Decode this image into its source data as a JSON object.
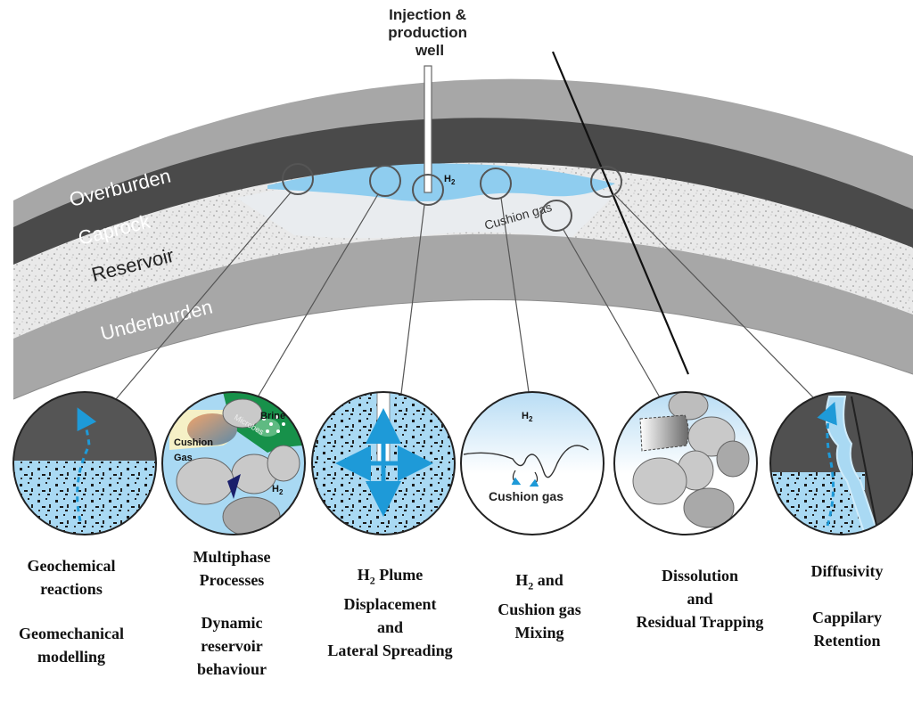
{
  "well_label": [
    "Injection &",
    "production",
    "well"
  ],
  "layers": {
    "overburden": "Overburden",
    "caprock": "Caprock",
    "reservoir": "Reservoir",
    "underburden": "Underburden"
  },
  "reservoir_labels": {
    "h2": "H",
    "h2_sub": "2",
    "cushion_gas": "Cushion gas"
  },
  "inset_labels": {
    "brine": "Brine",
    "microbes": "Microbes",
    "cushion_gas_line1": "Cushion",
    "cushion_gas_line2": "Gas",
    "h2": "H",
    "h2_sub": "2",
    "mixing_h2": "H",
    "mixing_h2_sub": "2",
    "mixing_cushion_gas": "Cushion gas"
  },
  "captions": {
    "c1": {
      "line1": "Geochemical",
      "line2": "reactions",
      "line3": "Geomechanical",
      "line4": "modelling"
    },
    "c2": {
      "line1": "Multiphase",
      "line2": "Processes",
      "line3": "Dynamic",
      "line4": "reservoir",
      "line5": "behaviour"
    },
    "c3": {
      "line1_prefix": "H",
      "line1_sub": "2",
      "line1_suffix": " Plume",
      "line2": "Displacement",
      "line3": "and",
      "line4": "Lateral Spreading"
    },
    "c4": {
      "line1_prefix": "H",
      "line1_sub": "2",
      "line1_suffix": " and",
      "line2": "Cushion gas",
      "line3": "Mixing"
    },
    "c5": {
      "line1": "Dissolution",
      "line2": "and",
      "line3": "Residual Trapping"
    },
    "c6": {
      "line1": "Diffusivity",
      "line2": "Cappilary",
      "line3": "Retention"
    }
  },
  "colors": {
    "overburden": "#a7a7a7",
    "caprock": "#4a4a4a",
    "reservoir": "#e6e6e6",
    "h2_blue": "#8fcdef",
    "arrow_blue": "#1e9ad8",
    "brine_green": "#17914a"
  }
}
